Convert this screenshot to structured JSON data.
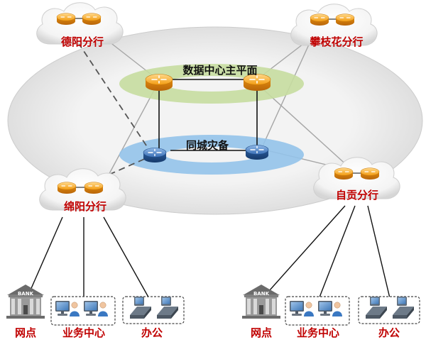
{
  "branches": {
    "deyang": "德阳分行",
    "panzhihua": "攀枝花分行",
    "mianyang": "绵阳分行",
    "zigong": "自贡分行"
  },
  "rings": {
    "main_dc": "数据中心主平面",
    "disaster_recovery": "同城灾备"
  },
  "endpoints": {
    "left": {
      "outlet": "网点",
      "business_center": "业务中心",
      "office": "办公"
    },
    "right": {
      "outlet": "网点",
      "business_center": "业务中心",
      "office": "办公"
    }
  },
  "bank_sign": "BANK",
  "colors": {
    "label_red": "#c00000",
    "main_ring": "#c6dda0",
    "dr_ring": "#93c3ea",
    "router_orange": "#f5a623",
    "router_blue": "#2f64a8"
  },
  "icons": [
    "router-icon",
    "cloud-icon",
    "bank-icon",
    "computer-icon",
    "server-icon"
  ]
}
